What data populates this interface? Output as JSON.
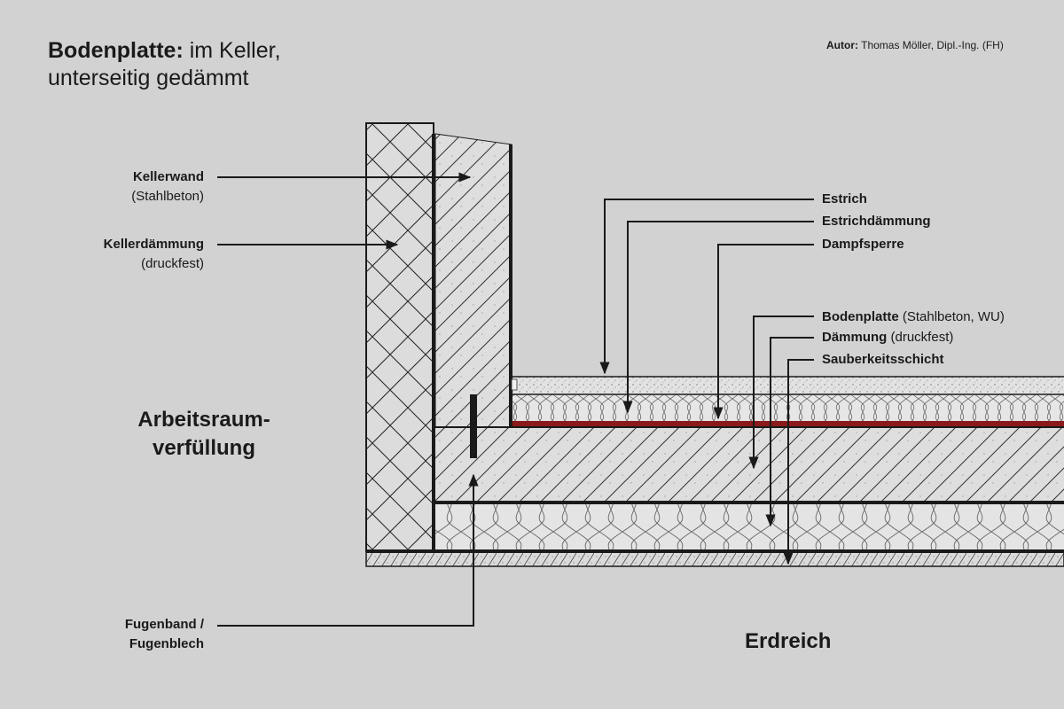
{
  "title": {
    "bold": "Bodenplatte:",
    "line1_rest": " im Keller,",
    "line2": "unterseitig gedämmt"
  },
  "author": {
    "label": "Autor:",
    "name": " Thomas Möller, Dipl.-Ing. (FH)"
  },
  "labels_left": {
    "kellerwand": "Kellerwand",
    "kellerwand_sub": "(Stahlbeton)",
    "kellerdaemmung": "Kellerdämmung",
    "kellerdaemmung_sub": "(druckfest)",
    "fugenband_1": "Fugenband /",
    "fugenband_2": "Fugenblech"
  },
  "labels_right": {
    "estrich": "Estrich",
    "estrichdaemmung": "Estrichdämmung",
    "dampfsperre": "Dampfsperre",
    "bodenplatte": "Bodenplatte",
    "bodenplatte_sub": " (Stahlbeton, WU)",
    "daemmung": "Dämmung",
    "daemmung_sub": " (druckfest)",
    "sauberkeitsschicht": "Sauberkeitsschicht"
  },
  "zones": {
    "arbeitsraum_1": "Arbeitsraum-",
    "arbeitsraum_2": "verfüllung",
    "erdreich": "Erdreich"
  },
  "colors": {
    "background": "#d2d2d2",
    "concrete": "#dedede",
    "line": "#1a1a1a",
    "vapor_barrier": "#8b1a1a"
  }
}
